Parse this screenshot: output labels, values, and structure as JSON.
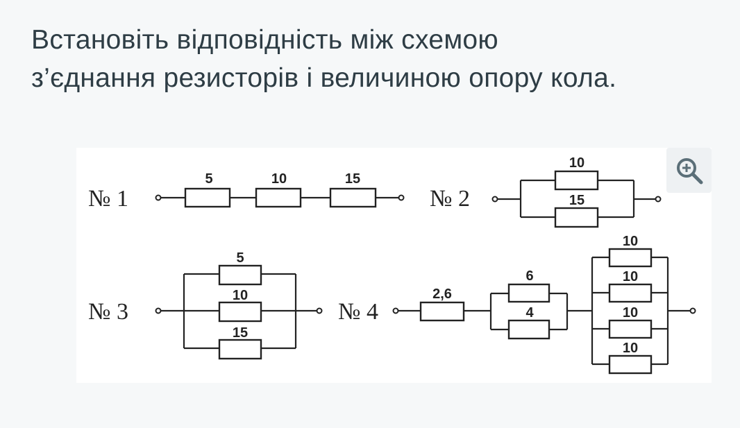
{
  "question": {
    "line1": "Встановіть відповідність між схемою",
    "line2": "з’єднання резисторів і величиною опору кола."
  },
  "figure": {
    "zoom_icon": "zoom-in-icon",
    "circuits": [
      {
        "label": "№ 1",
        "resistors": [
          "5",
          "10",
          "15"
        ]
      },
      {
        "label": "№ 2",
        "resistors": [
          "10",
          "15"
        ]
      },
      {
        "label": "№ 3",
        "resistors": [
          "5",
          "10",
          "15"
        ]
      },
      {
        "label": "№ 4",
        "resistors": [
          "2,6",
          "6",
          "4",
          "10",
          "10",
          "10",
          "10"
        ]
      }
    ]
  }
}
